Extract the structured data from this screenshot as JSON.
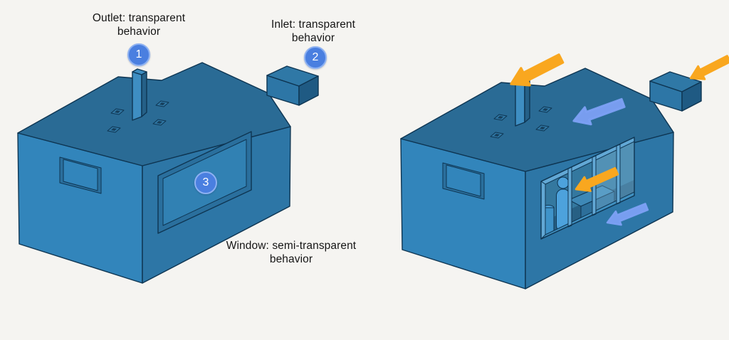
{
  "background": "#f5f4f1",
  "palette": {
    "background": "#f5f4f1",
    "face_left": "#3285bb",
    "face_front": "#2d76a6",
    "face_top": "#2a6b95",
    "face_dark": "#1f5a83",
    "chimney_light": "#3e8ec2",
    "chimney_side": "#256087",
    "chimney_top": "#3d8cbf",
    "duct_top": "#2f78a6",
    "vent_ring": "#2f77a4",
    "vent_hole": "#163f5c",
    "edge": "#0e3552",
    "window_frame": "#2a6f9d",
    "window_panel": "#3181b3",
    "interior_dark": "#1d4e74",
    "interior_wall": "#34789f",
    "interior_floor": "#276084",
    "reveal_light": "#62a8d5",
    "sill_light": "#4190c0",
    "desk_top": "#3e88b6",
    "desk_front": "#2d6f9a",
    "person": "#4da2dc",
    "person_dark": "#3f93c9",
    "marker_fill": "#4a7fe0",
    "marker_ring": "#8db1f2",
    "marker_text": "#ffffff",
    "arrow_orange": "#f9a71f",
    "arrow_blue": "#7ca0f3",
    "label": "#151515"
  },
  "left_view": {
    "annotations": [
      {
        "number": "1",
        "line1": "Outlet: transparent",
        "line2": "behavior"
      },
      {
        "number": "2",
        "line1": "Inlet: transparent",
        "line2": "behavior"
      },
      {
        "number": "3",
        "line1": "Window: semi-transparent",
        "line2": "behavior"
      }
    ]
  },
  "right_view": {
    "arrows": [
      {
        "icon": "arrow-outlet-icon",
        "color": "#f9a71f",
        "points_at": "outlet chimney"
      },
      {
        "icon": "arrow-inlet-icon",
        "color": "#f9a71f",
        "points_at": "inlet duct"
      },
      {
        "icon": "arrow-roof-icon",
        "color": "#7ca0f3",
        "points_at": "roof surface"
      },
      {
        "icon": "arrow-occupant-icon",
        "color": "#f9a71f",
        "points_at": "occupant through open window"
      },
      {
        "icon": "arrow-wall-icon",
        "color": "#7ca0f3",
        "points_at": "front wall"
      }
    ]
  }
}
